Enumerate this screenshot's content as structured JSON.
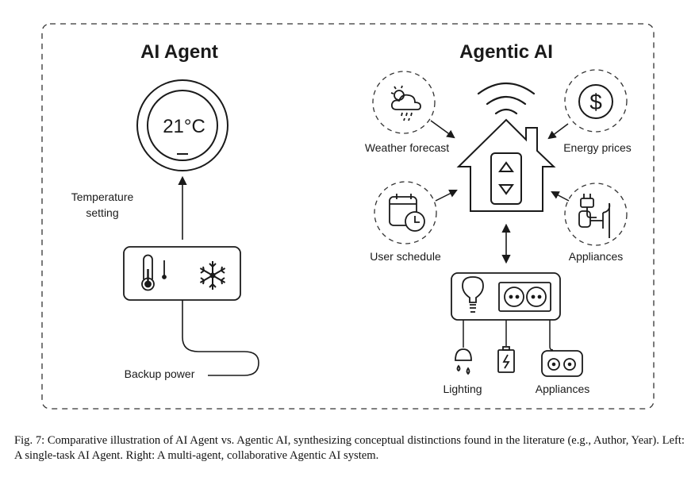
{
  "figure": {
    "left_panel": {
      "title": "AI Agent",
      "thermostat_display": "21°C",
      "labels": {
        "temperature_setting_line1": "Temperature",
        "temperature_setting_line2": "setting",
        "backup_power": "Backup power"
      }
    },
    "right_panel": {
      "title": "Agentic AI",
      "inputs": [
        {
          "label": "Weather forecast",
          "icon": "weather-cloud-sun-rain-icon"
        },
        {
          "label": "Energy prices",
          "icon": "dollar-coin-icon"
        },
        {
          "label": "User schedule",
          "icon": "calendar-clock-icon"
        },
        {
          "label": "Appliances",
          "icon": "appliance-plug-icon"
        }
      ],
      "hub_icon": "smart-home-thermostat-icon",
      "devices": [
        {
          "label": "Lighting",
          "icon": "ceiling-light-icon"
        },
        {
          "label": "",
          "icon": "battery-icon"
        },
        {
          "label": "Appliances",
          "icon": "socket-icon"
        }
      ]
    }
  },
  "caption": {
    "line": "Fig. 7: Comparative illustration of AI Agent vs. Agentic AI, synthesizing conceptual distinctions found in the literature (e.g., Author, Year). Left: A single-task AI Agent. Right: A multi-agent, collaborative Agentic AI system."
  }
}
